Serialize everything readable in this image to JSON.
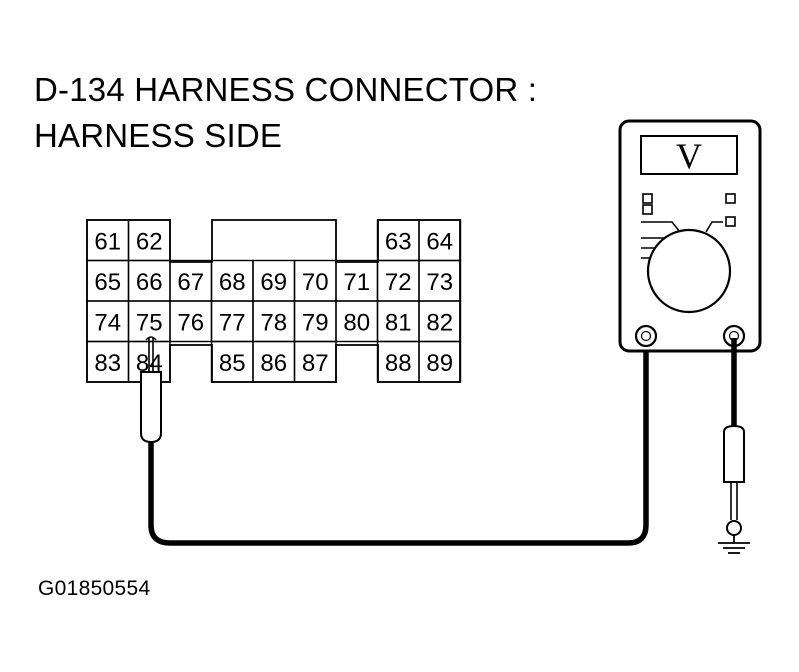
{
  "title": {
    "line1": "D-134 HARNESS CONNECTOR :",
    "line2": "HARNESS SIDE"
  },
  "figure_code": "G01850554",
  "meter": {
    "display": "V"
  },
  "connector": {
    "pins": [
      {
        "label": "61",
        "row": 0,
        "col": 0
      },
      {
        "label": "62",
        "row": 0,
        "col": 1
      },
      {
        "label": "63",
        "row": 0,
        "col": 7
      },
      {
        "label": "64",
        "row": 0,
        "col": 8
      },
      {
        "label": "65",
        "row": 1,
        "col": 0
      },
      {
        "label": "66",
        "row": 1,
        "col": 1
      },
      {
        "label": "67",
        "row": 1,
        "col": 2
      },
      {
        "label": "68",
        "row": 1,
        "col": 3
      },
      {
        "label": "69",
        "row": 1,
        "col": 4
      },
      {
        "label": "70",
        "row": 1,
        "col": 5
      },
      {
        "label": "71",
        "row": 1,
        "col": 6
      },
      {
        "label": "72",
        "row": 1,
        "col": 7
      },
      {
        "label": "73",
        "row": 1,
        "col": 8
      },
      {
        "label": "74",
        "row": 2,
        "col": 0
      },
      {
        "label": "75",
        "row": 2,
        "col": 1
      },
      {
        "label": "76",
        "row": 2,
        "col": 2
      },
      {
        "label": "77",
        "row": 2,
        "col": 3
      },
      {
        "label": "78",
        "row": 2,
        "col": 4
      },
      {
        "label": "79",
        "row": 2,
        "col": 5
      },
      {
        "label": "80",
        "row": 2,
        "col": 6
      },
      {
        "label": "81",
        "row": 2,
        "col": 7
      },
      {
        "label": "82",
        "row": 2,
        "col": 8
      },
      {
        "label": "83",
        "row": 3,
        "col": 0
      },
      {
        "label": "84",
        "row": 3,
        "col": 1
      },
      {
        "label": "85",
        "row": 3,
        "col": 3
      },
      {
        "label": "86",
        "row": 3,
        "col": 4
      },
      {
        "label": "87",
        "row": 3,
        "col": 5
      },
      {
        "label": "88",
        "row": 3,
        "col": 7
      },
      {
        "label": "89",
        "row": 3,
        "col": 8
      }
    ]
  }
}
